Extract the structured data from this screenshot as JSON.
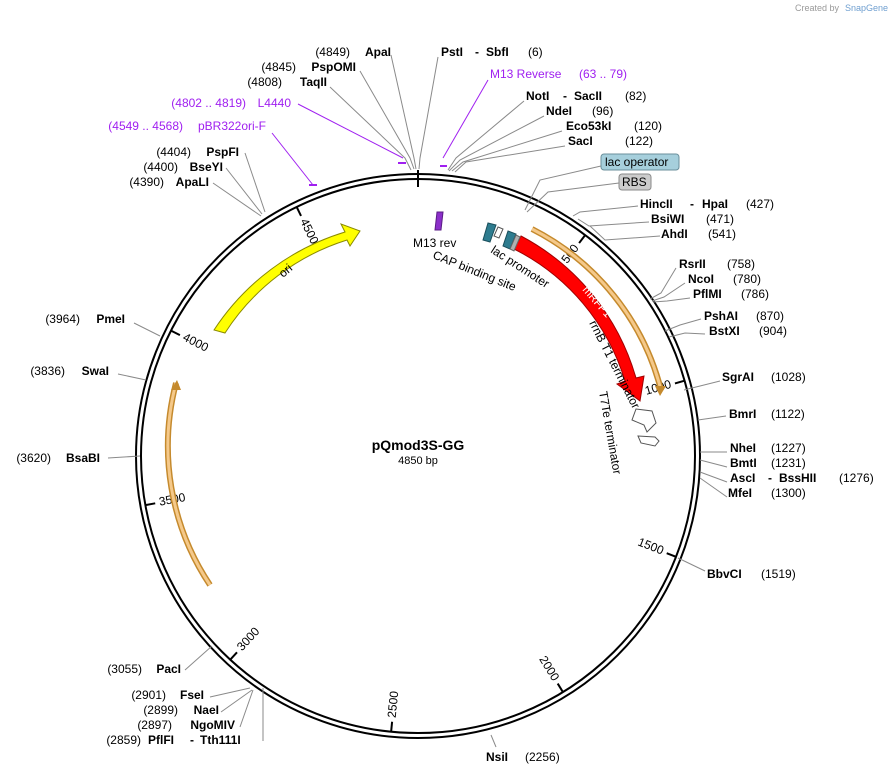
{
  "brand": {
    "created_by": "Created by",
    "name": "SnapGene"
  },
  "plasmid": {
    "name": "pQmod3S-GG",
    "length": "4850 bp"
  },
  "ruler_ticks": [
    "500",
    "1000",
    "1500",
    "2000",
    "2500",
    "3000",
    "3500",
    "4000",
    "4500"
  ],
  "enzymes": {
    "apai": {
      "pos": "(4849)",
      "name": "ApaI"
    },
    "pspomi": {
      "pos": "(4845)",
      "name": "PspOMI"
    },
    "taqii": {
      "pos": "(4808)",
      "name": "TaqII"
    },
    "psti": {
      "name": "PstI",
      "sep": "-",
      "name2": "SbfI",
      "pos": "(6)"
    },
    "noti": {
      "name": "NotI",
      "sep": "-",
      "name2": "SacII",
      "pos": "(82)"
    },
    "ndei": {
      "name": "NdeI",
      "pos": "(96)"
    },
    "eco53ki": {
      "name": "Eco53kI",
      "pos": "(120)"
    },
    "saci": {
      "name": "SacI",
      "pos": "(122)"
    },
    "hincii": {
      "name": "HincII",
      "sep": "-",
      "name2": "HpaI",
      "pos": "(427)"
    },
    "bsiwi": {
      "name": "BsiWI",
      "pos": "(471)"
    },
    "ahdi": {
      "name": "AhdI",
      "pos": "(541)"
    },
    "rsrii": {
      "name": "RsrII",
      "pos": "(758)"
    },
    "ncoi": {
      "name": "NcoI",
      "pos": "(780)"
    },
    "pflmi": {
      "name": "PflMI",
      "pos": "(786)"
    },
    "pshai": {
      "name": "PshAI",
      "pos": "(870)"
    },
    "bstxi": {
      "name": "BstXI",
      "pos": "(904)"
    },
    "sgrai": {
      "name": "SgrAI",
      "pos": "(1028)"
    },
    "bmri": {
      "name": "BmrI",
      "pos": "(1122)"
    },
    "nhei": {
      "name": "NheI",
      "pos": "(1227)"
    },
    "bmti": {
      "name": "BmtI",
      "pos": "(1231)"
    },
    "asci": {
      "name": "AscI",
      "sep": "-",
      "name2": "BssHII",
      "pos": "(1276)"
    },
    "mfei": {
      "name": "MfeI",
      "pos": "(1300)"
    },
    "bbvci": {
      "name": "BbvCI",
      "pos": "(1519)"
    },
    "nsii": {
      "name": "NsiI",
      "pos": "(2256)"
    },
    "paci": {
      "pos": "(3055)",
      "name": "PacI"
    },
    "fsei": {
      "pos": "(2901)",
      "name": "FseI"
    },
    "naei": {
      "pos": "(2899)",
      "name": "NaeI"
    },
    "ngomiv": {
      "pos": "(2897)",
      "name": "NgoMIV"
    },
    "pflfi": {
      "pos": "(2859)",
      "name": "PflFI",
      "sep": "-",
      "name2": "Tth111I"
    },
    "bsabi": {
      "pos": "(3620)",
      "name": "BsaBI"
    },
    "swai": {
      "pos": "(3836)",
      "name": "SwaI"
    },
    "pmei": {
      "pos": "(3964)",
      "name": "PmeI"
    },
    "apali": {
      "pos": "(4390)",
      "name": "ApaLI"
    },
    "bseyi": {
      "pos": "(4400)",
      "name": "BseYI"
    },
    "pspfi": {
      "pos": "(4404)",
      "name": "PspFI"
    }
  },
  "primers": {
    "m13rev_primer": {
      "name": "M13 Reverse",
      "range": "(63 .. 79)"
    },
    "l4440": {
      "range": "(4802 .. 4819)",
      "name": "L4440"
    },
    "pbr322ori": {
      "range": "(4549 .. 4568)",
      "name": "pBR322ori-F"
    }
  },
  "features": {
    "lac_operator": "lac operator",
    "rbs": "RBS",
    "m13_rev": "M13 rev",
    "cap_site": "CAP binding site",
    "lac_promoter": "lac promoter",
    "mrfp1": "mRFP1",
    "rrnb": "rrnB T1 terminator",
    "t7te": "T7Te terminator",
    "ori": "ori"
  },
  "colors": {
    "ori": "#ffff00",
    "mrfp1": "#ff0000",
    "orf": "#f5c98a",
    "primer": "#a020f0",
    "promoter": "#2e7c8f",
    "lac_operator_box": "#a6cfdc",
    "rbs_box": "#cccccc"
  }
}
